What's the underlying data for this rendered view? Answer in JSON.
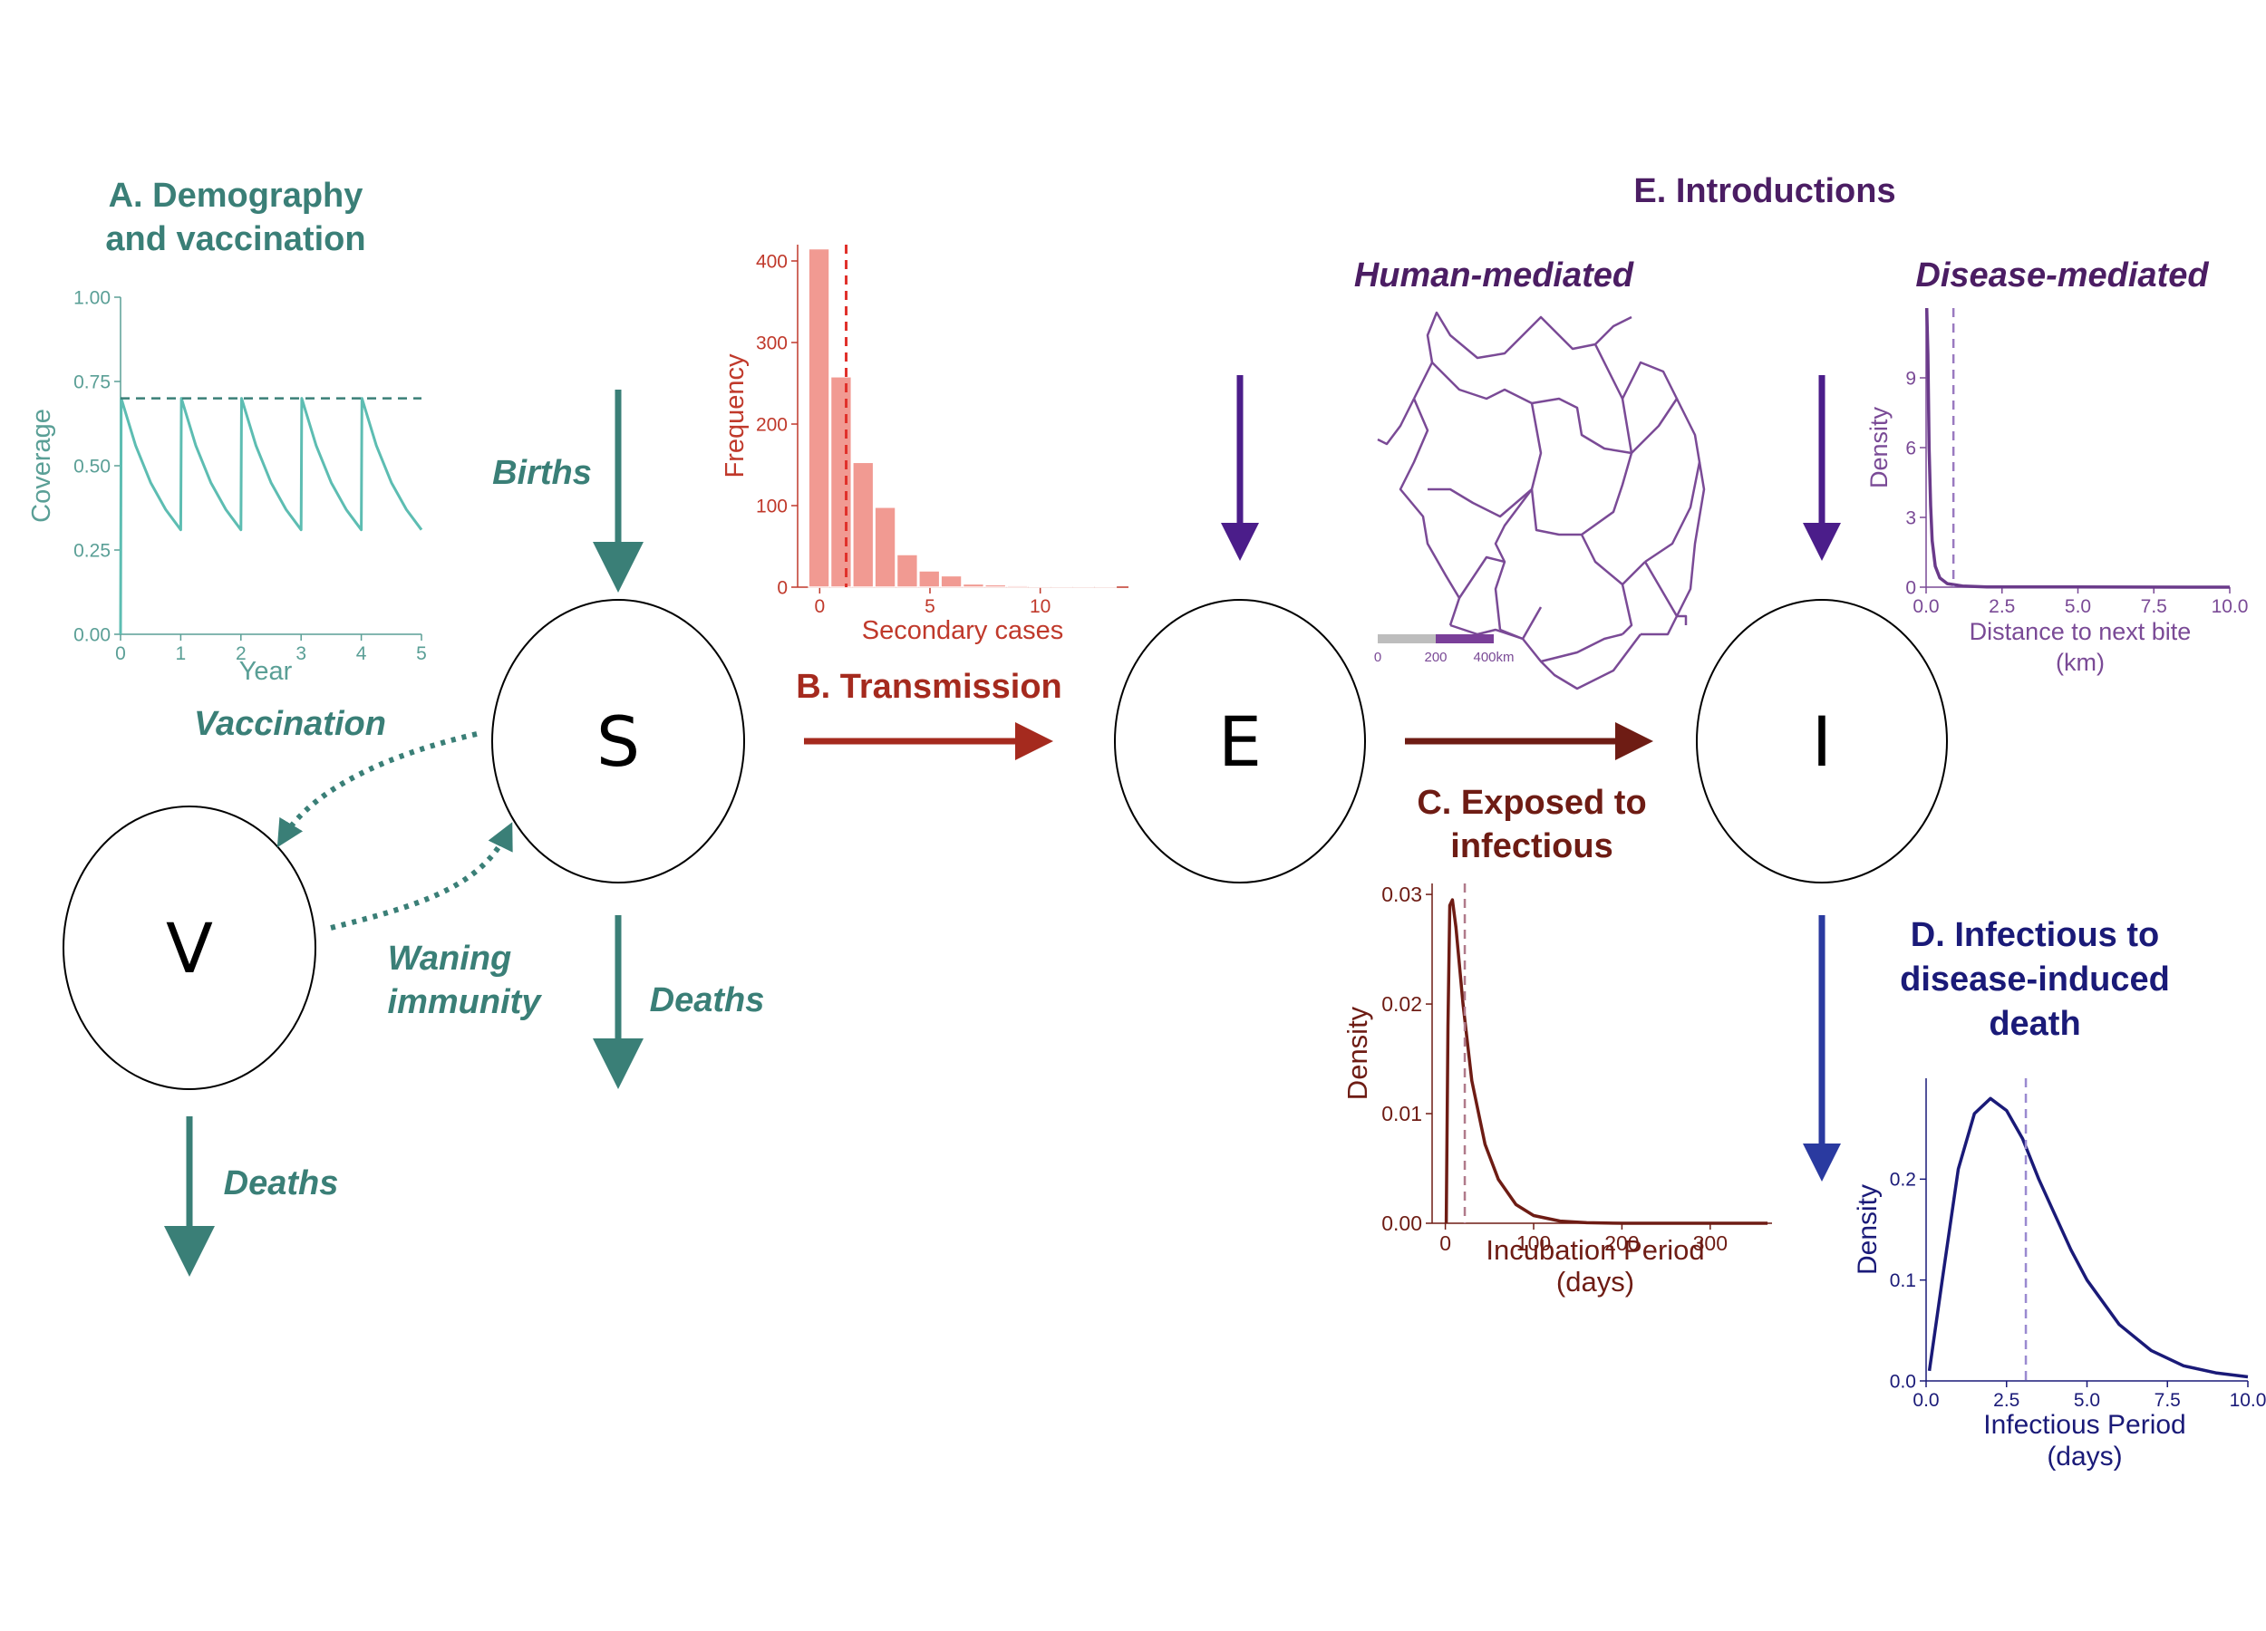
{
  "colors": {
    "teal": "#3a7f77",
    "teal_light": "#5dbdb2",
    "red": "#a52a1e",
    "salmon": "#f19a92",
    "brown": "#6e1c14",
    "purple": "#4b1d63",
    "purple_line": "#7a4a96",
    "navy": "#1a1a78"
  },
  "nodes": {
    "S": "S",
    "E": "E",
    "I": "I",
    "V": "V"
  },
  "labels": {
    "panel_a_line1": "A. Demography",
    "panel_a_line2": "and vaccination",
    "births": "Births",
    "vaccination": "Vaccination",
    "waning_line1": "Waning",
    "waning_line2": "immunity",
    "deaths_s": "Deaths",
    "deaths_v": "Deaths",
    "transmission": "B. Transmission",
    "panel_c_line1": "C. Exposed to",
    "panel_c_line2": "infectious",
    "panel_d_line1": "D. Infectious to",
    "panel_d_line2": "disease-induced",
    "panel_d_line3": "death",
    "panel_e": "E. Introductions",
    "human_mediated": "Human-mediated",
    "disease_mediated": "Disease-mediated"
  },
  "map_scale": {
    "labels": [
      "0",
      "200",
      "400km"
    ]
  },
  "chart_data": [
    {
      "id": "coverage",
      "type": "line",
      "xlabel": "Year",
      "ylabel": "Coverage",
      "xlim": [
        0,
        5
      ],
      "ylim": [
        0,
        1
      ],
      "xticks": [
        "0",
        "1",
        "2",
        "3",
        "4",
        "5"
      ],
      "yticks": [
        "0.00",
        "0.25",
        "0.50",
        "0.75",
        "1.00"
      ],
      "reference_line": 0.7,
      "points": [
        [
          0,
          0.0
        ],
        [
          0.01,
          0.7
        ],
        [
          0.25,
          0.56
        ],
        [
          0.5,
          0.45
        ],
        [
          0.75,
          0.37
        ],
        [
          1,
          0.31
        ],
        [
          1.01,
          0.7
        ],
        [
          1.25,
          0.56
        ],
        [
          1.5,
          0.45
        ],
        [
          1.75,
          0.37
        ],
        [
          2,
          0.31
        ],
        [
          2.01,
          0.7
        ],
        [
          2.25,
          0.56
        ],
        [
          2.5,
          0.45
        ],
        [
          2.75,
          0.37
        ],
        [
          3,
          0.31
        ],
        [
          3.01,
          0.7
        ],
        [
          3.25,
          0.56
        ],
        [
          3.5,
          0.45
        ],
        [
          3.75,
          0.37
        ],
        [
          4,
          0.31
        ],
        [
          4.01,
          0.7
        ],
        [
          4.25,
          0.56
        ],
        [
          4.5,
          0.45
        ],
        [
          4.75,
          0.37
        ],
        [
          5,
          0.31
        ]
      ]
    },
    {
      "id": "secondary",
      "type": "bar",
      "xlabel": "Secondary cases",
      "ylabel": "Frequency",
      "xlim": [
        -1,
        14
      ],
      "ylim": [
        0,
        420
      ],
      "xticks": [
        "0",
        "5",
        "10"
      ],
      "yticks": [
        "0",
        "100",
        "200",
        "300",
        "400"
      ],
      "reference_line": 1.2,
      "categories": [
        0,
        1,
        2,
        3,
        4,
        5,
        6,
        7,
        8,
        9,
        10,
        11,
        12,
        13
      ],
      "values": [
        415,
        258,
        153,
        98,
        40,
        20,
        14,
        4,
        3,
        2,
        1,
        1,
        1,
        1
      ]
    },
    {
      "id": "incubation",
      "type": "line",
      "xlabel": "Incubation Period",
      "xlabel2": "(days)",
      "ylabel": "Density",
      "xlim": [
        -15,
        370
      ],
      "ylim": [
        0,
        0.031
      ],
      "xticks": [
        "0",
        "100",
        "200",
        "300"
      ],
      "yticks": [
        "0.00",
        "0.01",
        "0.02",
        "0.03"
      ],
      "reference_line": 22,
      "points": [
        [
          1,
          0.0
        ],
        [
          3,
          0.018
        ],
        [
          5,
          0.029
        ],
        [
          8,
          0.0295
        ],
        [
          12,
          0.027
        ],
        [
          20,
          0.02
        ],
        [
          30,
          0.013
        ],
        [
          45,
          0.0072
        ],
        [
          60,
          0.004
        ],
        [
          80,
          0.0017
        ],
        [
          100,
          0.0007
        ],
        [
          130,
          0.0002
        ],
        [
          160,
          5e-05
        ],
        [
          200,
          0.0
        ],
        [
          365,
          0.0
        ]
      ]
    },
    {
      "id": "distance",
      "type": "line",
      "xlabel": "Distance to next bite",
      "xlabel2": "(km)",
      "ylabel": "Density",
      "xlim": [
        0,
        10
      ],
      "ylim": [
        0,
        12
      ],
      "xticks": [
        "0.0",
        "2.5",
        "5.0",
        "7.5",
        "10.0"
      ],
      "yticks": [
        "0",
        "3",
        "6",
        "9"
      ],
      "reference_line": 0.9,
      "points": [
        [
          0.02,
          12
        ],
        [
          0.06,
          10
        ],
        [
          0.1,
          6
        ],
        [
          0.15,
          3.5
        ],
        [
          0.2,
          2
        ],
        [
          0.3,
          0.9
        ],
        [
          0.45,
          0.4
        ],
        [
          0.7,
          0.15
        ],
        [
          1.2,
          0.05
        ],
        [
          2,
          0.01
        ],
        [
          10,
          0.0
        ]
      ]
    },
    {
      "id": "infectious",
      "type": "line",
      "xlabel": "Infectious Period",
      "xlabel2": "(days)",
      "ylabel": "Density",
      "xlim": [
        0,
        10
      ],
      "ylim": [
        0,
        0.3
      ],
      "xticks": [
        "0.0",
        "2.5",
        "5.0",
        "7.5",
        "10.0"
      ],
      "yticks": [
        "0.0",
        "0.1",
        "0.2"
      ],
      "reference_line": 3.1,
      "points": [
        [
          0.1,
          0.01
        ],
        [
          0.5,
          0.1
        ],
        [
          1,
          0.21
        ],
        [
          1.5,
          0.265
        ],
        [
          2,
          0.28
        ],
        [
          2.5,
          0.268
        ],
        [
          3,
          0.24
        ],
        [
          3.5,
          0.2
        ],
        [
          4,
          0.165
        ],
        [
          4.5,
          0.13
        ],
        [
          5,
          0.1
        ],
        [
          6,
          0.056
        ],
        [
          7,
          0.03
        ],
        [
          8,
          0.015
        ],
        [
          9,
          0.008
        ],
        [
          10,
          0.004
        ]
      ]
    }
  ]
}
